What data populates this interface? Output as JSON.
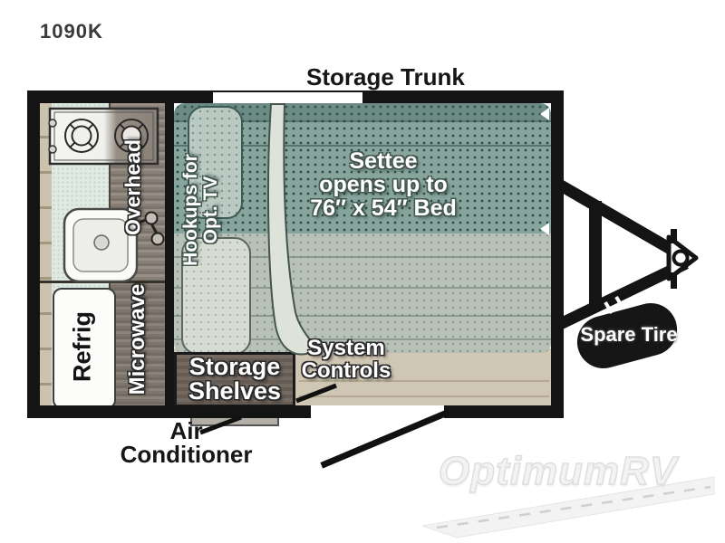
{
  "title": {
    "model": "1090K"
  },
  "floorplan": {
    "exterior_labels": {
      "storage_trunk": "Storage Trunk",
      "air_conditioner_line1": "Air",
      "air_conditioner_line2": "Conditioner",
      "spare_tire": "Spare Tire"
    },
    "kitchen": {
      "overhead": "Overhead",
      "microwave": "Microwave",
      "refrig": "Refrig"
    },
    "living_area": {
      "hookups_line1": "Hookups for",
      "hookups_line2": "Opt. TV",
      "settee_line1": "Settee",
      "settee_line2": "opens up to",
      "settee_line3": "76″ x 54″ Bed",
      "storage_shelves_line1": "Storage",
      "storage_shelves_line2": "Shelves",
      "system_controls_line1": "System",
      "system_controls_line2": "Controls"
    }
  },
  "watermark": {
    "brand": "OptimumRV"
  },
  "colors": {
    "wall_black": "#141414",
    "settee_teal": "#87a49d",
    "settee_dot": "#2f4f49",
    "bed_light_green": "#b7c1b7",
    "wood_gray": "#8a8178",
    "shelf_wood": "#6e635c",
    "floor_tan": "#cfc6b3",
    "counter_mint": "#e0eae3"
  }
}
